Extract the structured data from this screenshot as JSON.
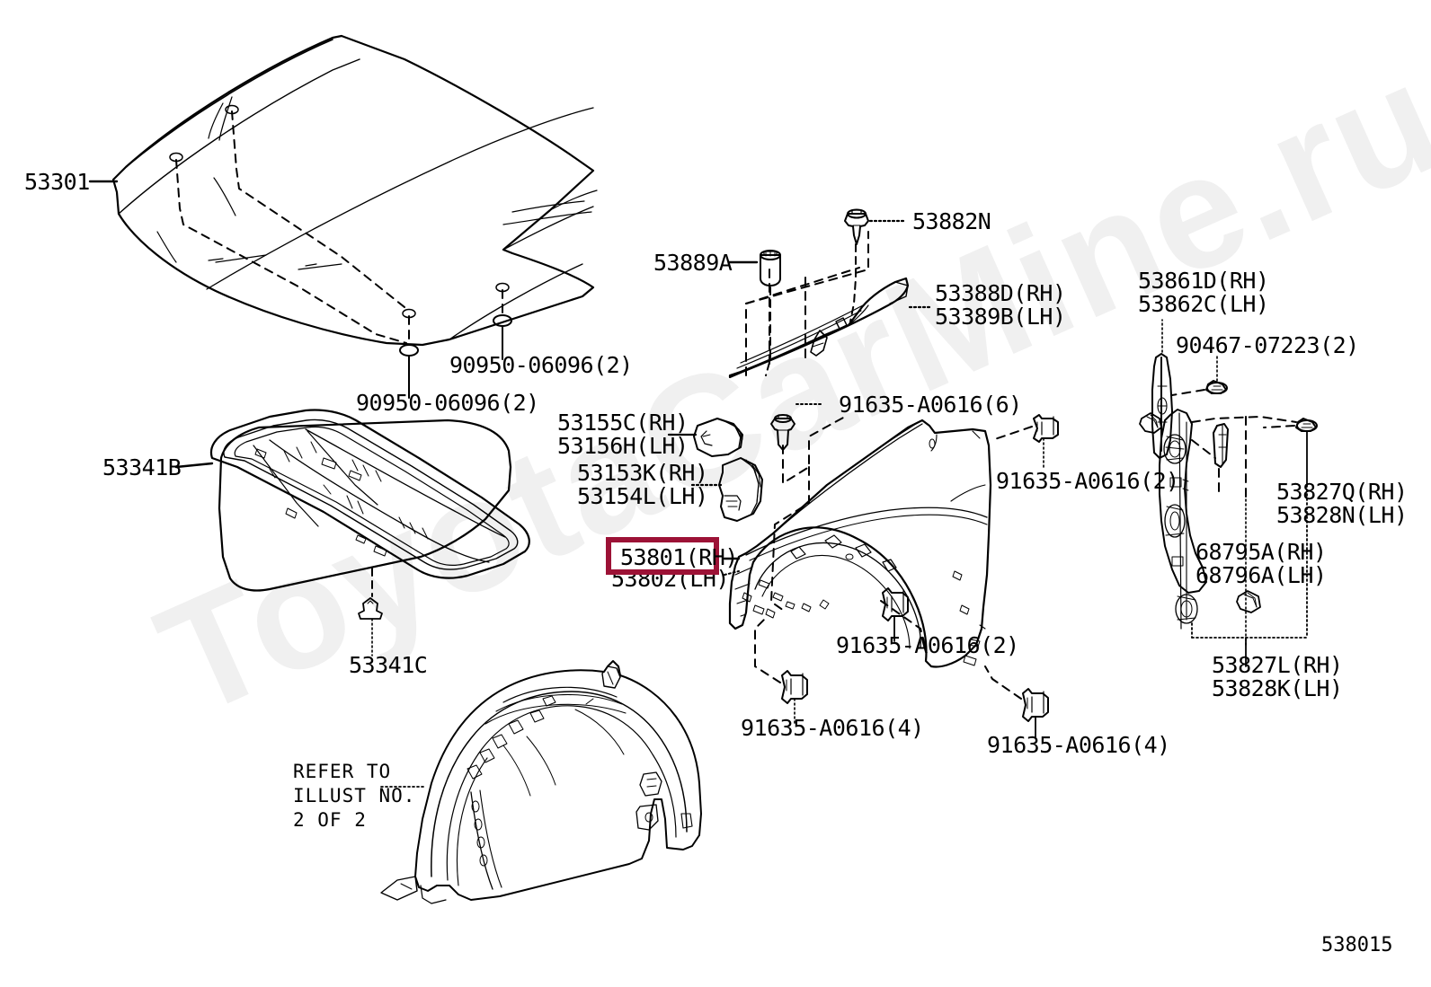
{
  "diagram": {
    "title": "Toyota front fender / hood parts illustration",
    "drawing_number": "538015",
    "watermark_text": "ToyotaCarMine.ru",
    "highlight_color": "#9c1236",
    "line_color": "#000000",
    "background_color": "#ffffff"
  },
  "labels": {
    "hood": "53301",
    "hood_hinge_bolt_left": "90950-06096(2)",
    "hood_hinge_bolt_right": "90950-06096(2)",
    "hood_insulator": "53341B",
    "hood_insulator_clip": "53341C",
    "refer_note_line1": "REFER TO",
    "refer_note_line2": "ILLUST NO.",
    "refer_note_line3": "2 OF 2",
    "cowl_seal_plug": "53889A",
    "cowl_clip": "53882N",
    "cowl_side_panel_rh": "53388D(RH)",
    "cowl_side_panel_lh": "53389B(LH)",
    "fender_pad_upper_rh": "53155C(RH)",
    "fender_pad_upper_lh": "53156H(LH)",
    "fender_pad_lower_rh": "53153K(RH)",
    "fender_pad_lower_lh": "53154L(LH)",
    "fender_rh_highlighted": "53801(RH)",
    "fender_lh": "53802(LH)",
    "fender_bolt_top": "91635-A0616(6)",
    "fender_bolt_side": "91635-A0616(2)",
    "fender_bolt_mid": "91635-A0616(2)",
    "fender_bolt_front": "91635-A0616(4)",
    "fender_bolt_rear": "91635-A0616(4)",
    "fender_seal_rh": "53861D(RH)",
    "fender_seal_lh": "53862C(LH)",
    "fender_seal_clip": "90467-07223(2)",
    "fender_bracket_upper_rh": "53827Q(RH)",
    "fender_bracket_upper_lh": "53828N(LH)",
    "fender_liner_bracket_rh": "68795A(RH)",
    "fender_liner_bracket_lh": "68796A(LH)",
    "fender_bracket_lower_rh": "53827L(RH)",
    "fender_bracket_lower_lh": "53828K(LH)"
  }
}
